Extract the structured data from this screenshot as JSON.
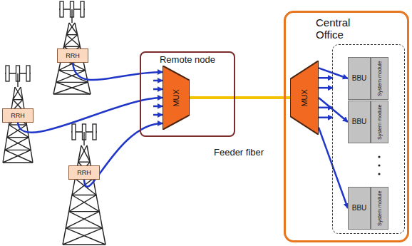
{
  "diagram": {
    "nodes": [
      {
        "text": [
          "RRH"
        ]
      },
      {
        "text": [
          "RRH"
        ]
      },
      {
        "text": [
          "RRH"
        ]
      },
      {
        "text": [
          "Remote node"
        ]
      },
      {
        "text": [
          "MUX"
        ],
        "in": 3
      },
      {
        "text": [
          "Central Office"
        ]
      },
      {
        "text": [
          "MUX"
        ],
        "in": 5
      },
      {
        "text": [
          "BBU"
        ],
        "in": 5
      },
      {
        "text": [
          "System module"
        ],
        "in": 5
      },
      {
        "text": [
          "BBU"
        ],
        "in": 5
      },
      {
        "text": [
          "System module"
        ],
        "in": 5
      },
      {
        "text": [
          "BBU"
        ],
        "in": 5
      },
      {
        "text": [
          "System module"
        ],
        "in": 5
      }
    ],
    "edges": [
      {
        "from": 0,
        "to": 4,
        "arrow": "to"
      },
      {
        "from": 1,
        "to": 4,
        "arrow": "to"
      },
      {
        "from": 2,
        "to": 4,
        "arrow": "to"
      },
      {
        "from": 4,
        "to": 6,
        "arrow": "none",
        "label": "Feeder fiber"
      },
      {
        "from": 6,
        "to": 7,
        "arrow": "to"
      },
      {
        "from": 6,
        "to": 9,
        "arrow": "to"
      },
      {
        "from": 6,
        "to": 11,
        "arrow": "to"
      }
    ]
  }
}
